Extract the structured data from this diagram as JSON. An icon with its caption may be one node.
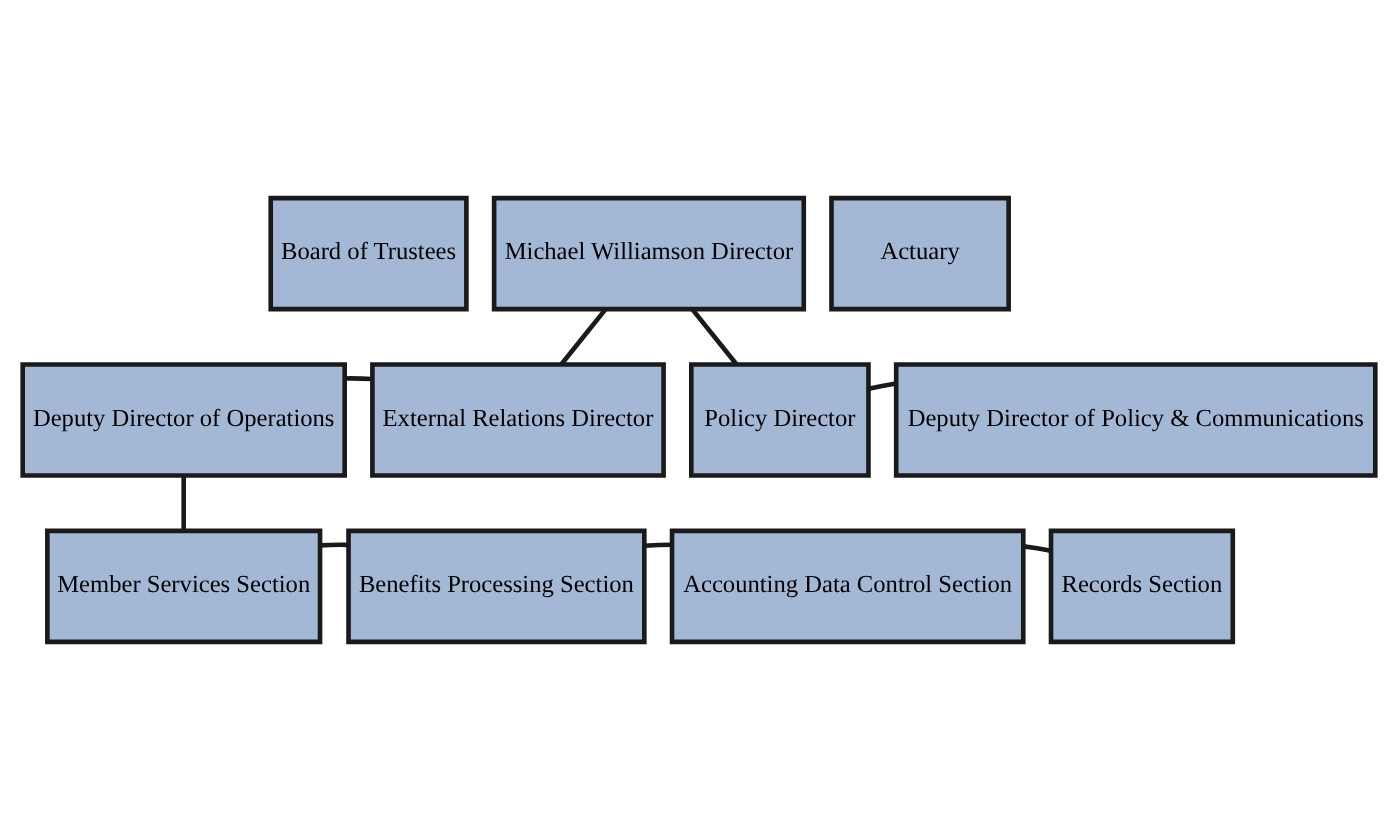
{
  "diagram": {
    "nodes": [
      {
        "text": [
          "Board of Trustees"
        ]
      },
      {
        "text": [
          "Michael Williamson Director"
        ]
      },
      {
        "text": [
          "Actuary"
        ]
      },
      {
        "text": [
          "Deputy Director of Operations"
        ]
      },
      {
        "text": [
          "External Relations Director"
        ]
      },
      {
        "text": [
          "Policy Director"
        ]
      },
      {
        "text": [
          "Deputy Director of Policy & Communications"
        ]
      },
      {
        "text": [
          "Member Services Section"
        ]
      },
      {
        "text": [
          "Benefits Processing Section"
        ]
      },
      {
        "text": [
          "Accounting Data Control Section"
        ]
      },
      {
        "text": [
          "Records Section"
        ]
      }
    ],
    "edges": [
      {
        "from": 1,
        "to": 4,
        "arrow": "none"
      },
      {
        "from": 1,
        "to": 5,
        "arrow": "none"
      },
      {
        "from": 3,
        "to": 4,
        "arrow": "none"
      },
      {
        "from": 5,
        "to": 6,
        "arrow": "none"
      },
      {
        "from": 3,
        "to": 7,
        "arrow": "none"
      },
      {
        "from": 7,
        "to": 8,
        "arrow": "none"
      },
      {
        "from": 8,
        "to": 9,
        "arrow": "none"
      },
      {
        "from": 9,
        "to": 10,
        "arrow": "none"
      }
    ]
  }
}
